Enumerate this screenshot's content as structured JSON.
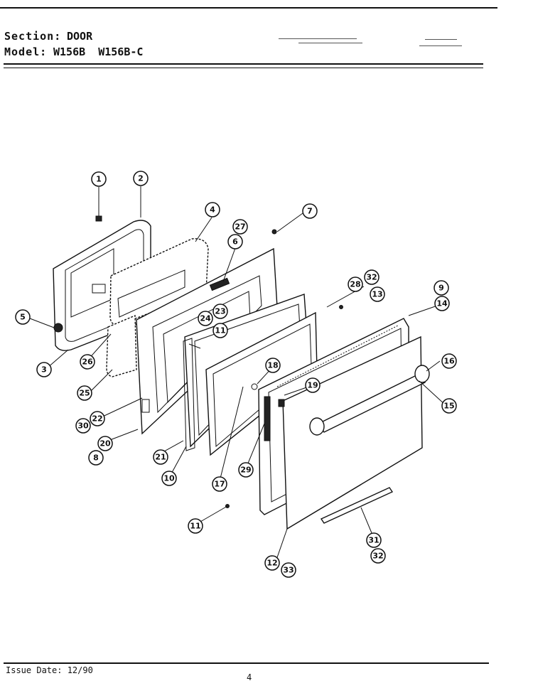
{
  "header": {
    "section_label": "Section:",
    "section_value": "DOOR",
    "model_label": "Model:",
    "model_value": "W156B  W156B-C"
  },
  "diagram": {
    "callouts": [
      "1",
      "2",
      "3",
      "4",
      "5",
      "6",
      "7",
      "8",
      "9",
      "10",
      "11",
      "11",
      "12",
      "13",
      "14",
      "15",
      "16",
      "17",
      "18",
      "19",
      "20",
      "21",
      "22",
      "23",
      "24",
      "25",
      "26",
      "27",
      "28",
      "29",
      "30",
      "31",
      "32",
      "32",
      "33"
    ]
  },
  "footer": {
    "issue_date": "Issue Date: 12/90",
    "page_number": "4"
  }
}
